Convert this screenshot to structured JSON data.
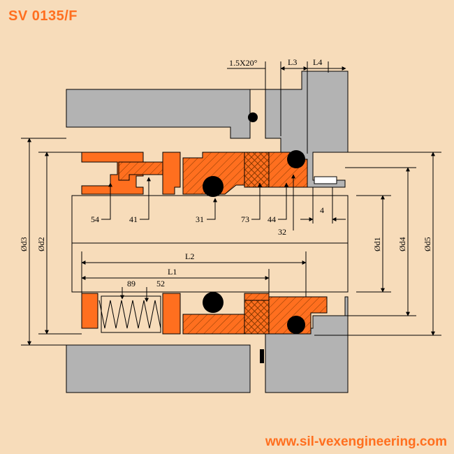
{
  "title": "SV 0135/F",
  "website": "www.sil-vexengineering.com",
  "colors": {
    "background": "#f7dcba",
    "housing": "#b3b3b3",
    "seal_part": "#ff6f1f",
    "title_text": "#ff6f1f",
    "line": "#000000"
  },
  "dimensions": {
    "chamfer": "1.5X20°",
    "l3": "L3",
    "l4": "L4",
    "l1": "L1",
    "l2": "L2",
    "d1": "Ød1",
    "d2": "Ød2",
    "d3": "Ød3",
    "d4": "Ød4",
    "d5": "Ød5",
    "four": "4"
  },
  "parts": {
    "p54": "54",
    "p41": "41",
    "p31": "31",
    "p73": "73",
    "p44": "44",
    "p32": "32",
    "p89": "89",
    "p52": "52"
  }
}
